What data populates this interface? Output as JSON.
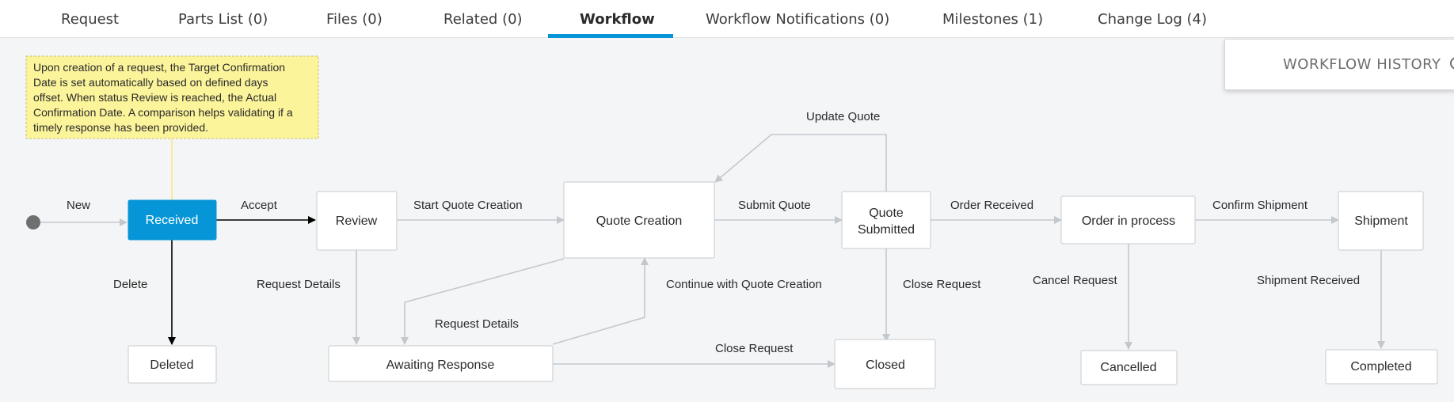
{
  "tabs": {
    "request": "Request",
    "parts_list": "Parts List (0)",
    "files": "Files (0)",
    "related": "Related (0)",
    "workflow": "Workflow",
    "workflow_notifications": "Workflow Notifications (0)",
    "milestones": "Milestones (1)",
    "change_log": "Change Log (4)"
  },
  "history": {
    "label": "WORKFLOW HISTORY"
  },
  "note": {
    "lines": [
      "Upon creation of a request, the Target Confirmation",
      "Date is set automatically based on defined days",
      "offset. When status Review is reached, the Actual",
      "Confirmation Date. A comparison helps validating if a",
      "timely response has been provided."
    ]
  },
  "nodes": {
    "received": "Received",
    "review": "Review",
    "quote_creation": "Quote Creation",
    "quote_submitted_1": "Quote",
    "quote_submitted_2": "Submitted",
    "order_in_process": "Order in process",
    "shipment": "Shipment",
    "deleted": "Deleted",
    "awaiting_response": "Awaiting Response",
    "closed": "Closed",
    "cancelled": "Cancelled",
    "completed": "Completed"
  },
  "edges": {
    "new": "New",
    "accept": "Accept",
    "delete": "Delete",
    "start_quote_creation": "Start Quote Creation",
    "request_details_1": "Request Details",
    "request_details_2": "Request Details",
    "continue_quote_creation": "Continue with Quote Creation",
    "submit_quote": "Submit Quote",
    "update_quote": "Update Quote",
    "close_request_1": "Close Request",
    "close_request_2": "Close Request",
    "order_received": "Order Received",
    "cancel_request": "Cancel Request",
    "confirm_shipment": "Confirm Shipment",
    "shipment_received": "Shipment Received"
  },
  "colors": {
    "accent": "#0696d7",
    "note_fill": "#fbf49b",
    "edge": "#c3c8cd"
  }
}
